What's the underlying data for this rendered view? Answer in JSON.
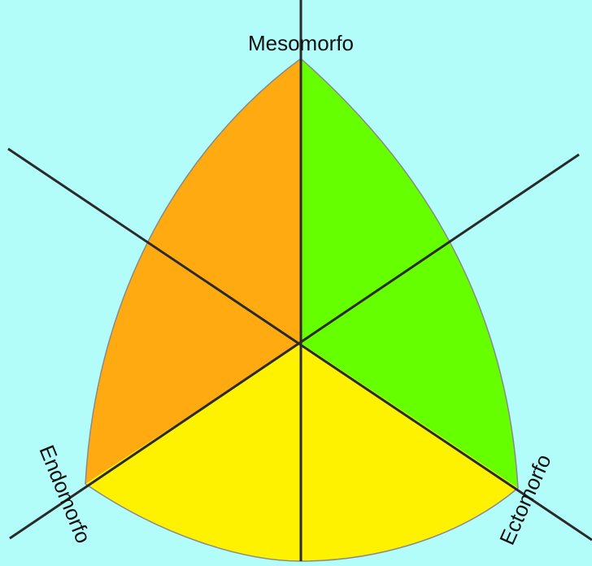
{
  "diagram": {
    "labels": {
      "top": "Mesomorfo",
      "left": "Endomorfo",
      "right": "Ectomorfo"
    },
    "colors": {
      "background": "#b2fcf9",
      "mesomorph_left": "#ffaa11",
      "mesomorph_right": "#66ff00",
      "ectomorph_endomorph_bottom": "#fff200",
      "axes": "#2a2a2a"
    }
  }
}
